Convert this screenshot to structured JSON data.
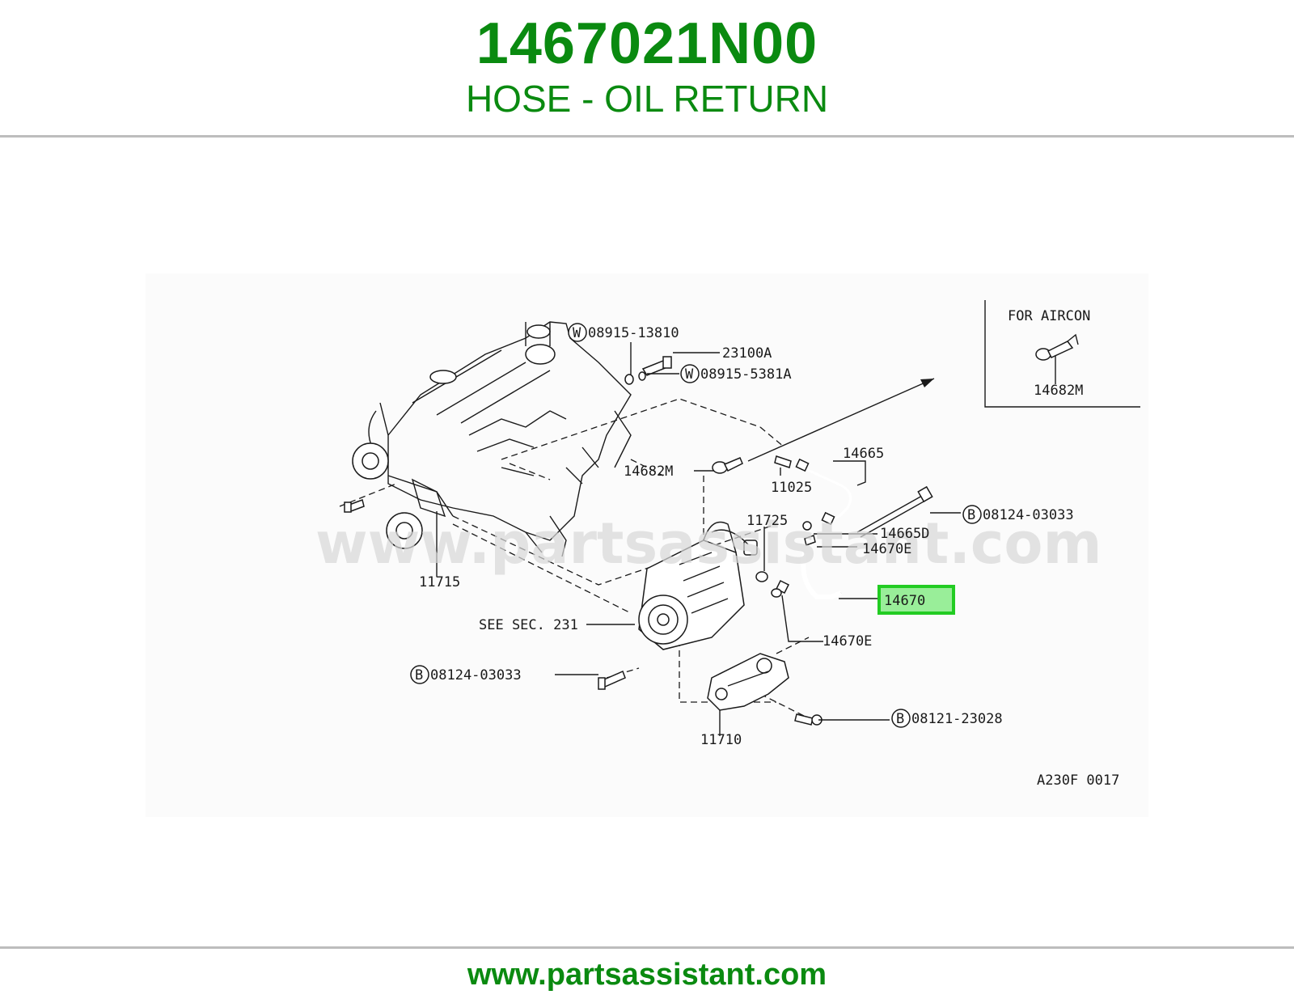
{
  "header": {
    "part_number": "1467021N00",
    "part_name": "HOSE - OIL RETURN"
  },
  "diagram": {
    "watermark": "www.partsassistant.com",
    "inset_title": "FOR AIRCON",
    "inset_label": "14682M",
    "ref_code": "A230F 0017",
    "highlight_label": "14670",
    "highlight_color": "#99ee99",
    "highlight_border": "#22cc22",
    "labels": {
      "w1": "08915-13810",
      "l23100a": "23100A",
      "w2": "08915-5381A",
      "l14682m": "14682M",
      "l11025": "11025",
      "l14665": "14665",
      "b1": "08124-03033",
      "l11725": "11725",
      "l14665d": "14665D",
      "l14670e_a": "14670E",
      "l11715": "11715",
      "seesec": "SEE SEC. 231",
      "l14670e_b": "14670E",
      "b2": "08124-03033",
      "b3": "08121-23028",
      "l11710": "11710"
    },
    "prefix_w": "W",
    "prefix_b": "B"
  },
  "footer": {
    "url": "www.partsassistant.com"
  }
}
